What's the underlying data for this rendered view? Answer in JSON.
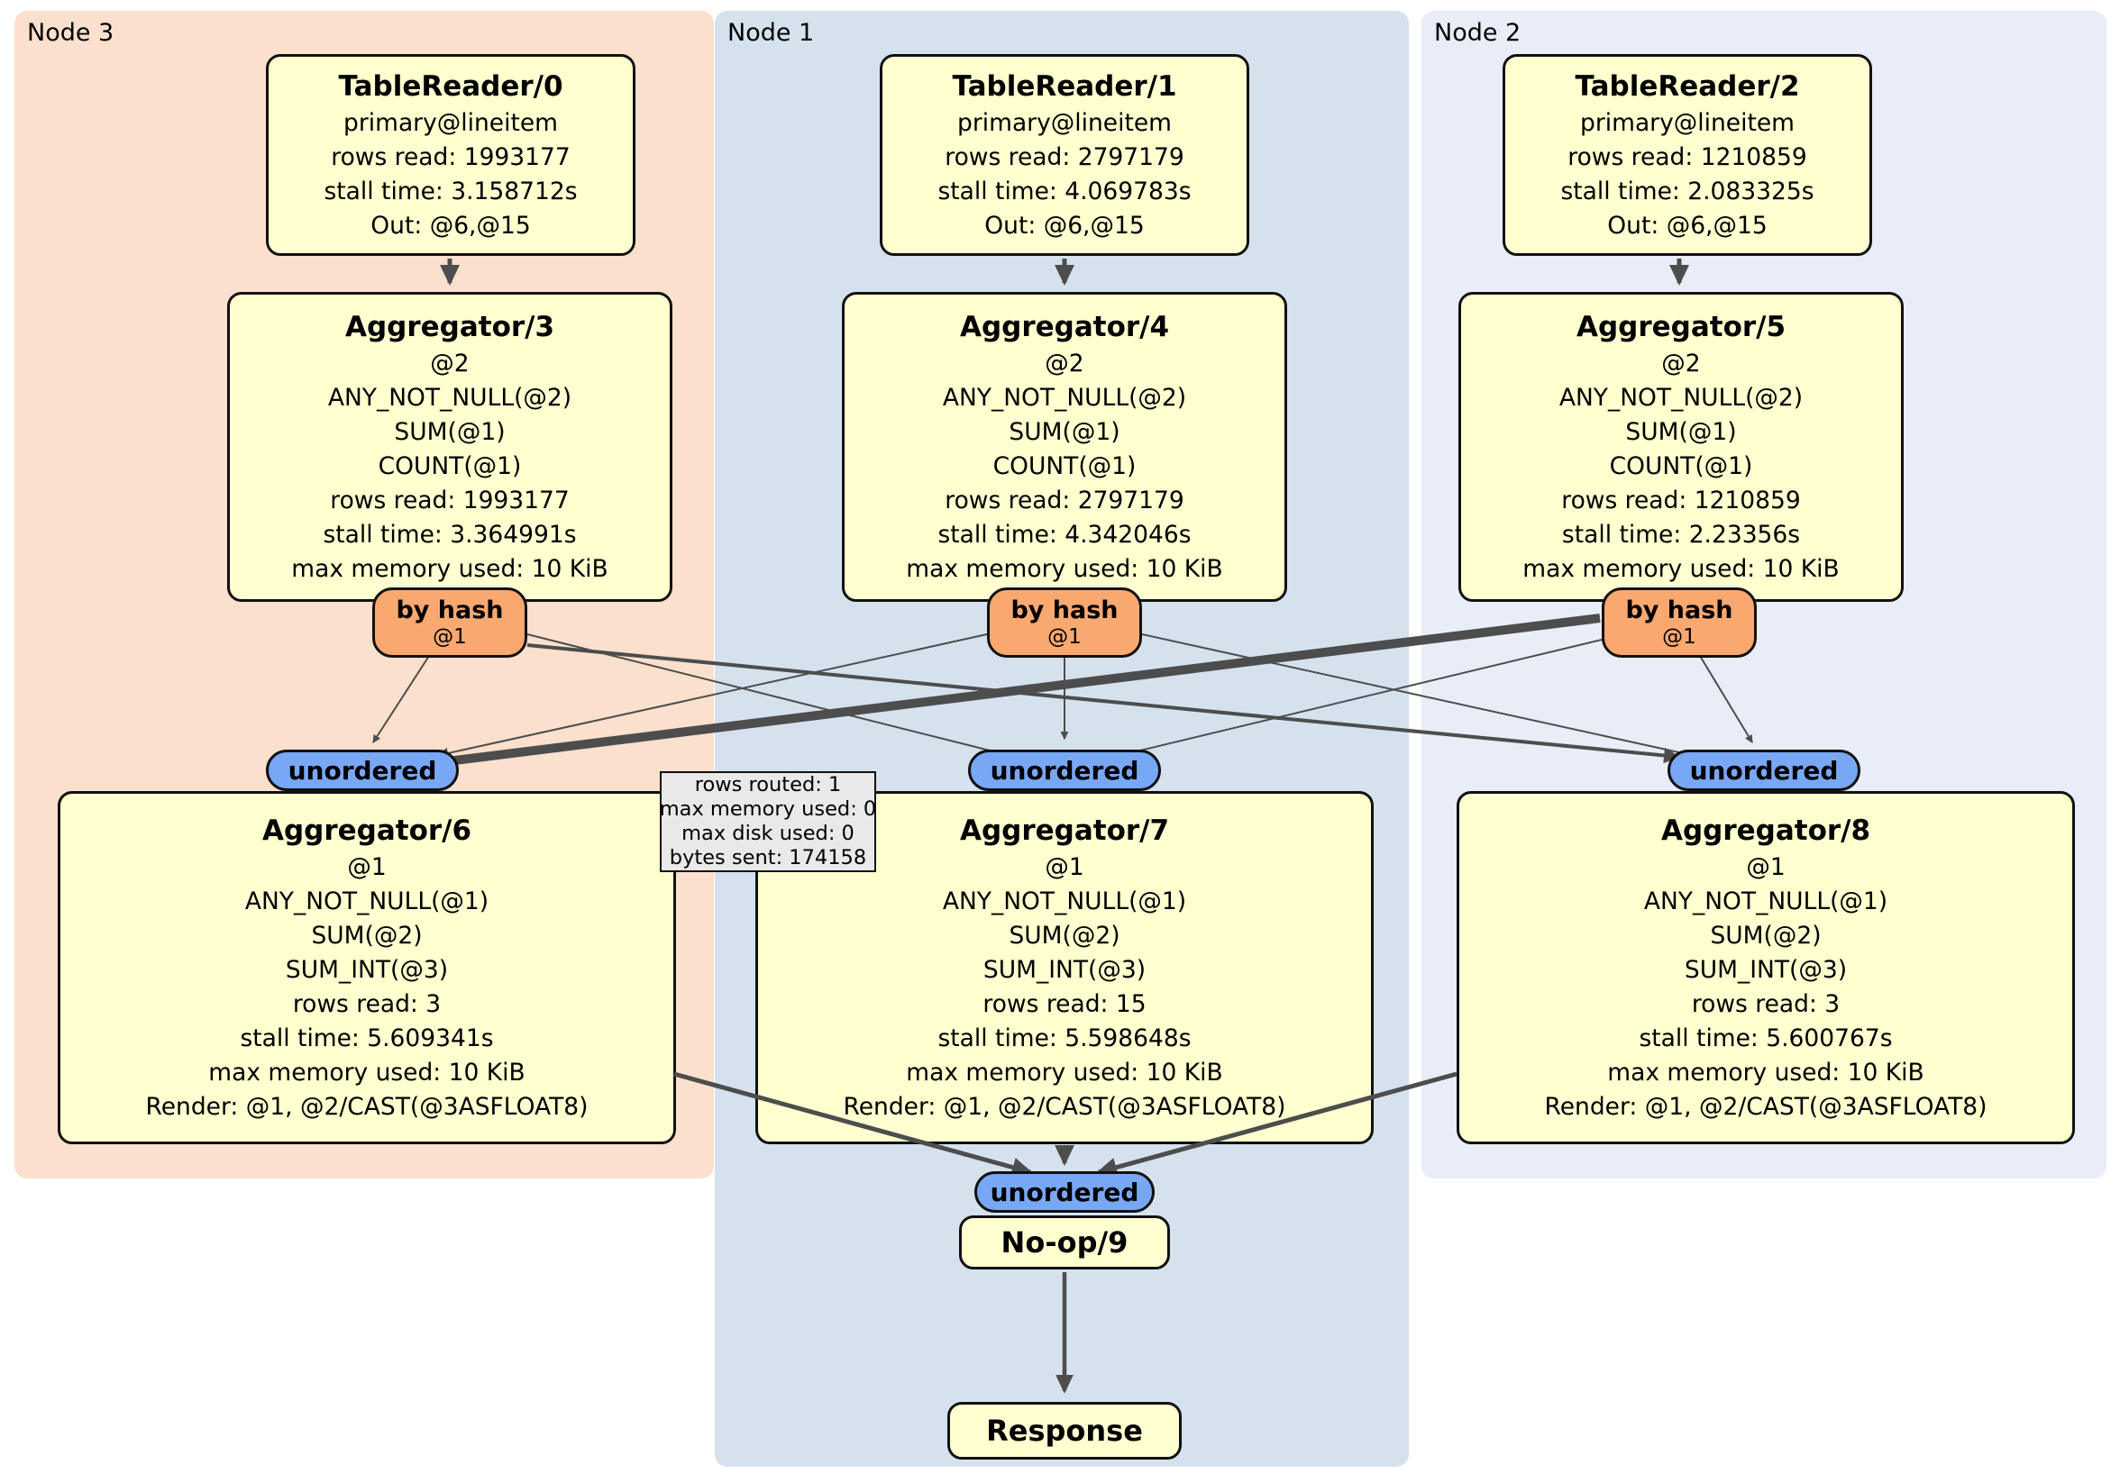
{
  "regions": [
    {
      "label": "Node 3"
    },
    {
      "label": "Node 1"
    },
    {
      "label": "Node 2"
    }
  ],
  "processors": {
    "tr0": {
      "title": "TableReader/0",
      "lines": [
        "primary@lineitem",
        "rows read: 1993177",
        "stall time: 3.158712s",
        "Out: @6,@15"
      ]
    },
    "tr1": {
      "title": "TableReader/1",
      "lines": [
        "primary@lineitem",
        "rows read: 2797179",
        "stall time: 4.069783s",
        "Out: @6,@15"
      ]
    },
    "tr2": {
      "title": "TableReader/2",
      "lines": [
        "primary@lineitem",
        "rows read: 1210859",
        "stall time: 2.083325s",
        "Out: @6,@15"
      ]
    },
    "agg3": {
      "title": "Aggregator/3",
      "lines": [
        "@2",
        "ANY_NOT_NULL(@2)",
        "SUM(@1)",
        "COUNT(@1)",
        "rows read: 1993177",
        "stall time: 3.364991s",
        "max memory used: 10 KiB"
      ]
    },
    "agg4": {
      "title": "Aggregator/4",
      "lines": [
        "@2",
        "ANY_NOT_NULL(@2)",
        "SUM(@1)",
        "COUNT(@1)",
        "rows read: 2797179",
        "stall time: 4.342046s",
        "max memory used: 10 KiB"
      ]
    },
    "agg5": {
      "title": "Aggregator/5",
      "lines": [
        "@2",
        "ANY_NOT_NULL(@2)",
        "SUM(@1)",
        "COUNT(@1)",
        "rows read: 1210859",
        "stall time: 2.23356s",
        "max memory used: 10 KiB"
      ]
    },
    "agg6": {
      "title": "Aggregator/6",
      "lines": [
        "@1",
        "ANY_NOT_NULL(@1)",
        "SUM(@2)",
        "SUM_INT(@3)",
        "rows read: 3",
        "stall time: 5.609341s",
        "max memory used: 10 KiB",
        "Render: @1, @2/CAST(@3ASFLOAT8)"
      ]
    },
    "agg7": {
      "title": "Aggregator/7",
      "lines": [
        "@1",
        "ANY_NOT_NULL(@1)",
        "SUM(@2)",
        "SUM_INT(@3)",
        "rows read: 15",
        "stall time: 5.598648s",
        "max memory used: 10 KiB",
        "Render: @1, @2/CAST(@3ASFLOAT8)"
      ]
    },
    "agg8": {
      "title": "Aggregator/8",
      "lines": [
        "@1",
        "ANY_NOT_NULL(@1)",
        "SUM(@2)",
        "SUM_INT(@3)",
        "rows read: 3",
        "stall time: 5.600767s",
        "max memory used: 10 KiB",
        "Render: @1, @2/CAST(@3ASFLOAT8)"
      ]
    },
    "noop": {
      "title": "No-op/9"
    },
    "response": {
      "title": "Response"
    }
  },
  "routers": [
    {
      "label": "by hash",
      "stream": "@1"
    },
    {
      "label": "by hash",
      "stream": "@1"
    },
    {
      "label": "by hash",
      "stream": "@1"
    }
  ],
  "syncs": [
    {
      "label": "unordered"
    },
    {
      "label": "unordered"
    },
    {
      "label": "unordered"
    },
    {
      "label": "unordered"
    }
  ],
  "edge_tooltip": {
    "lines": [
      "rows routed: 1",
      "max memory used: 0",
      "max disk used: 0",
      "bytes sent: 174158"
    ]
  },
  "colors": {
    "region_node3": "#fbe0cd",
    "region_node1": "#d5e2ee",
    "region_node2": "#e8edf7",
    "processor_fill": "#ffffd0",
    "router_fill": "#f9a870",
    "sync_fill": "#78a7f5",
    "tooltip_fill": "#e9e9e9",
    "edge": "#4d4d4d",
    "border": "#111111"
  }
}
